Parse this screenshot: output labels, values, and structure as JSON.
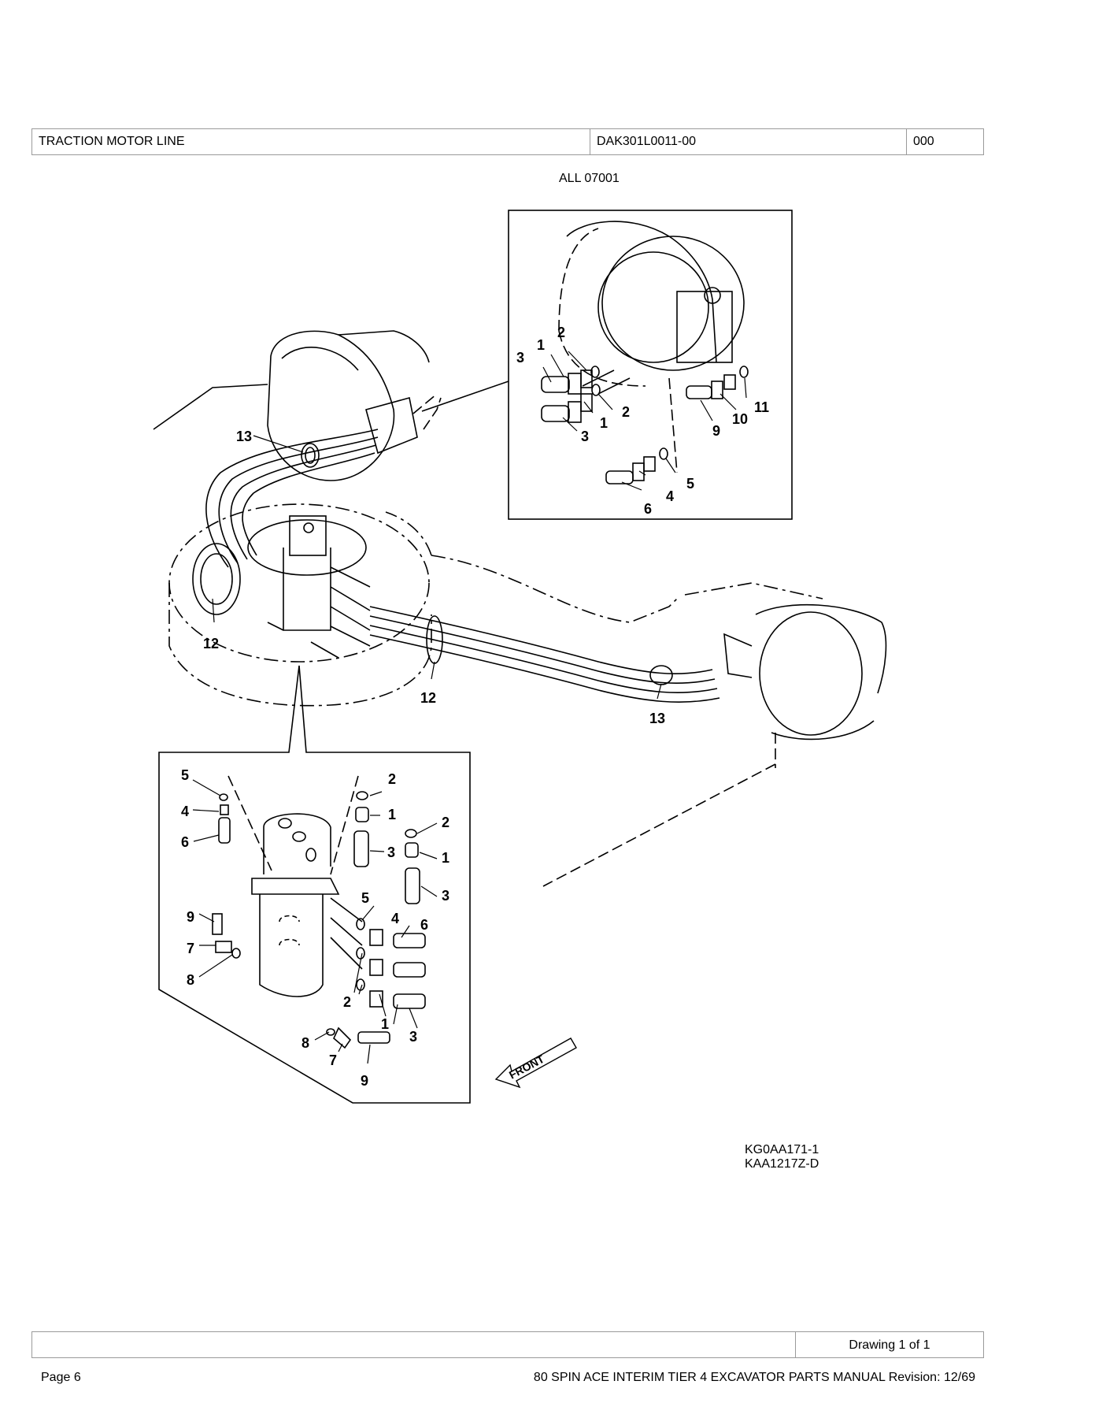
{
  "header": {
    "title": "TRACTION MOTOR LINE",
    "drawing_code": "DAK301L0011-00",
    "revision_code": "000"
  },
  "applicability": "ALL 07001",
  "drawing": {
    "callouts": {
      "main": [
        "13",
        "12",
        "12",
        "13"
      ],
      "top_detail": [
        "1",
        "2",
        "3",
        "1",
        "2",
        "3",
        "9",
        "10",
        "11",
        "4",
        "5",
        "6"
      ],
      "bottom_detail": [
        "5",
        "4",
        "6",
        "2",
        "1",
        "2",
        "3",
        "1",
        "3",
        "9",
        "7",
        "8",
        "5",
        "4",
        "6",
        "2",
        "1",
        "3",
        "8",
        "7",
        "9"
      ]
    },
    "front_label": "FRONT"
  },
  "image_codes": [
    "KG0AA171-1",
    "KAA1217Z-D"
  ],
  "footer": {
    "drawing_count": "Drawing 1 of 1",
    "page": "Page 6",
    "manual": "80 SPIN ACE INTERIM TIER 4 EXCAVATOR PARTS MANUAL Revision: 12/69"
  }
}
